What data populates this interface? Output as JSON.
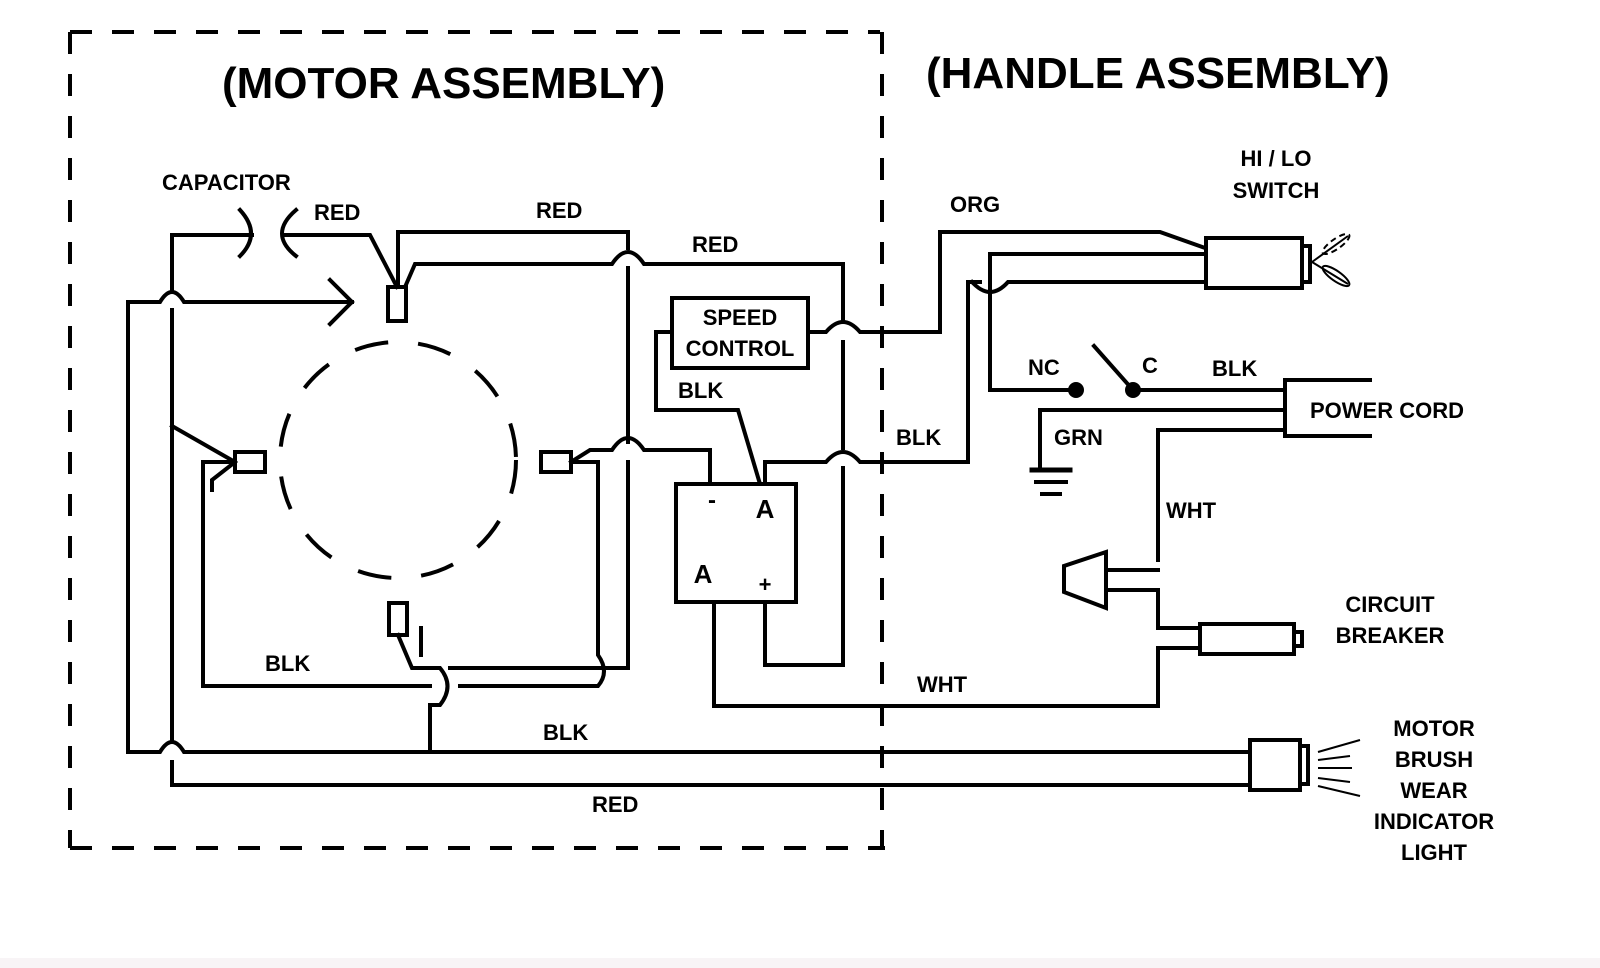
{
  "sections": {
    "motor_assembly": "(MOTOR ASSEMBLY)",
    "handle_assembly": "(HANDLE ASSEMBLY)"
  },
  "components": {
    "capacitor": "CAPACITOR",
    "speed_control": [
      "SPEED",
      "CONTROL"
    ],
    "rectifier": {
      "minus": "-",
      "plus": "+",
      "ac1": "A",
      "ac2": "A"
    },
    "hilo_switch": [
      "HI / LO",
      "SWITCH"
    ],
    "power_cord": "POWER CORD",
    "circuit_breaker": [
      "CIRCUIT",
      "BREAKER"
    ],
    "indicator_light": [
      "MOTOR",
      "BRUSH",
      "WEAR",
      "INDICATOR",
      "LIGHT"
    ],
    "switch_nc": "NC",
    "switch_c": "C"
  },
  "wire_labels": {
    "red_capacitor": "RED",
    "red_top": "RED",
    "red_mid": "RED",
    "blk_speed": "BLK",
    "blk_motor": "BLK",
    "blk_bottom": "BLK",
    "red_bottom": "RED",
    "org": "ORG",
    "blk_handle": "BLK",
    "blk_cord": "BLK",
    "grn": "GRN",
    "wht_vertical": "WHT",
    "wht_bottom": "WHT"
  }
}
